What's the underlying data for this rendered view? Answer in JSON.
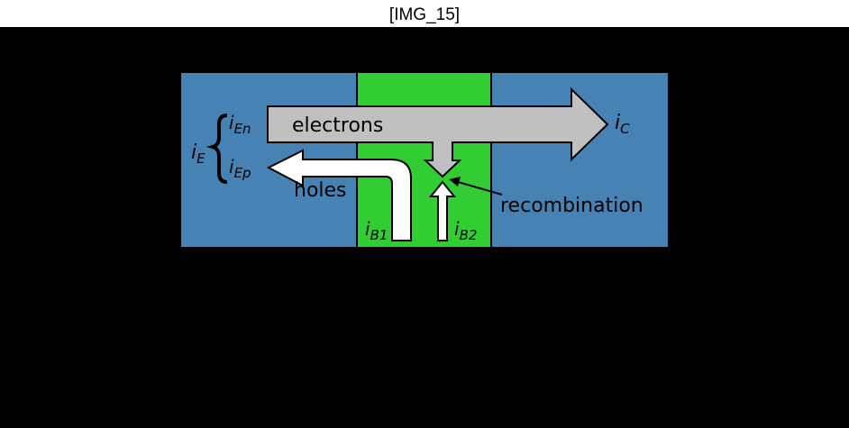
{
  "title": "[IMG_15]",
  "labels": {
    "electrons": "electrons",
    "holes": "holes",
    "recombination": "recombination",
    "i_e": {
      "main": "i",
      "sub": "E"
    },
    "i_en": {
      "main": "i",
      "sub": "En"
    },
    "i_ep": {
      "main": "i",
      "sub": "Ep"
    },
    "i_c": {
      "main": "i",
      "sub": "C"
    },
    "i_b1": {
      "main": "i",
      "sub": "B1"
    },
    "i_b2": {
      "main": "i",
      "sub": "B2"
    }
  },
  "colors": {
    "emitter": "#4682b4",
    "base": "#32cd32",
    "collector": "#4682b4",
    "electron_arrow": "#c0c0c0",
    "hole_arrow": "#ffffff",
    "background": "#000000"
  }
}
